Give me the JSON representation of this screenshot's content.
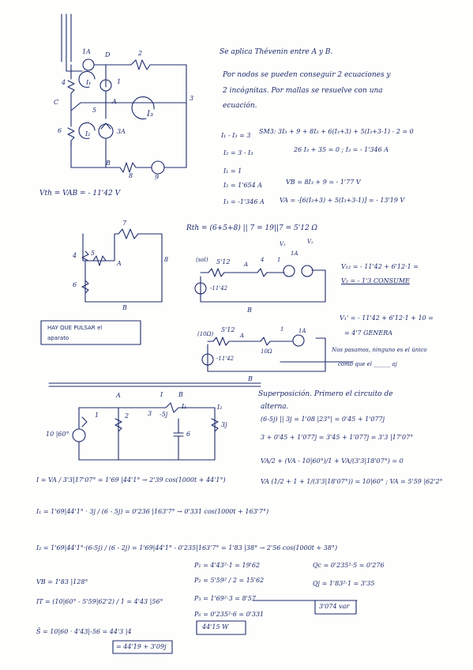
{
  "circuit1": {
    "labels": {
      "src_1a": "1A",
      "node_d": "D",
      "res_2": "2",
      "res_4": "4",
      "res_1": "1",
      "res_5": "5",
      "node_a": "A",
      "node_c": "C",
      "res_3": "3",
      "res_6": "6",
      "src_3a": "3A",
      "res_8": "8",
      "node_b": "B",
      "res_9": "9",
      "loop_i1": "I₁",
      "loop_i2": "I₂",
      "loop_i3": "I₃"
    },
    "vth": "Vth = VAB = - 11'42 V"
  },
  "thevenin_notes": {
    "line1": "Se aplica Thévenin entre A y B.",
    "line2": "Por nodos se pueden conseguir 2 ecuaciones y",
    "line3": "2 incógnitas. Por mallas se resuelve con una",
    "line4": "ecuación.",
    "eq1": "I₁ - I₃ = 3",
    "eq2": "I₂ = 3 - I₃",
    "eq3": "I₁ = 1",
    "eq4": "I₂ = 1'654 A",
    "eq5": "I₃ = -1'346 A",
    "mesh": "SM3: 3I₃ + 9 + 8I₃ + 6(I₃+3) + 5(I₃+3-1) - 2 = 0",
    "mesh2": "26 I₃ + 35 = 0 ; I₃ = - 1'346 A",
    "vb": "VB = 8I₃ + 9 = - 1'77 V",
    "va": "VA = -[6(I₃+3) + 5(I₃+3-1)] = - 13'19 V"
  },
  "circuit2": {
    "labels": {
      "r7": "7",
      "r4": "4",
      "r5": "5",
      "a": "A",
      "r8": "8",
      "r6": "6",
      "b": "B"
    },
    "rth": "Rth = (6+5+8) || 7 = 19||7 = 5'12 Ω"
  },
  "thev_equiv_1": {
    "tag": "(sol)",
    "rth": "5'12",
    "a": "A",
    "r4": "4",
    "r1": "1",
    "src": "1A",
    "v1": "V₁",
    "v2": "V₂",
    "vsrc": "-11'42",
    "b": "B"
  },
  "thev_equiv_1_result": {
    "line1": "V₁₂ = - 11'42 + 6'12·1 =",
    "line2": "V₂ = - 1'3  CONSUME"
  },
  "warning_box": {
    "line1": "HAY QUE PULSAR el",
    "line2": "aparato"
  },
  "thev_equiv_2": {
    "tag": "(10Ω)",
    "rth": "5'12",
    "a": "A",
    "r1": "1",
    "r10": "10Ω",
    "src": "1A",
    "vsrc": "-11'42",
    "b": "B"
  },
  "thev_equiv_2_result": {
    "line1": "V₁' = - 11'42 + 6'12·1 + 10 =",
    "line2": "= 4'7  GENERA",
    "line3": "Nos pasamos, ninguno es el único",
    "line4": "como que el ______ aj"
  },
  "ac_circuit": {
    "labels": {
      "a": "A",
      "i": "I",
      "b": "B",
      "i1": "I₁",
      "i2": "I₂",
      "r1": "1",
      "r2": "2",
      "r3": "3",
      "cap": "-5j",
      "r6": "6",
      "ind": "3j",
      "src": "10 |60°"
    }
  },
  "superposition": {
    "line1": "Superposición. Primero el circuito de",
    "line2": "alterna.",
    "eq1": "(6-5j) || 3j = 1'08 |23°| = 0'45 + 1'077j",
    "eq2": "3 + 0'45 + 1'077j = 3'45 + 1'077j = 3'3 |17'07°",
    "node_eq": "VA/2 + (VA - 10|60°)/1 + VA/(3'3|18'07°) = 0",
    "va": "VA (1/2 + 1 + 1/(3'3|18'07°)) = 10|60° ; VA = 5'59 |62'2°"
  },
  "results": {
    "i": "I = VA / 3'3|17'07° = 1'69 |44'1° → 2'39 cos(1000t + 44'1°)",
    "i1": "I₁ = 1'69|44'1° · 3j / (6 - 5j) = 0'236 |163'7° → 0'331 cos(1000t + 163'7°)",
    "i2": "I₂ = 1'69|44'1°·(6-5j) / (6 - 2j) = 1'69|44'1° - 0'235|163'7° = 1'83 |38° → 2'56 cos(1000t + 38°)",
    "vb": "VB = 1'83 |128°",
    "it": "IT = (10|60° - 5'59|62'2) / 1 = 4'43 |56°",
    "s": "Ŝ = 10|60 · 4'43|-56 = 44'3 |4",
    "s_box": "= 44'19 + 3'09j"
  },
  "powers": {
    "p1": "P₁ = 4'43²·1 = 19'62",
    "p2": "P₂ = 5'59² / 2 = 15'62",
    "p3": "P₃ = 1'69²·3 = 8'57",
    "p6": "P₆ = 0'235²·6 = 0'331",
    "p_total": "44'15 W",
    "qc": "Qc = 0'235²·5 = 0'276",
    "qj": "Qj = 1'83²·1 = 3'35",
    "q_total": "3'074 var"
  }
}
